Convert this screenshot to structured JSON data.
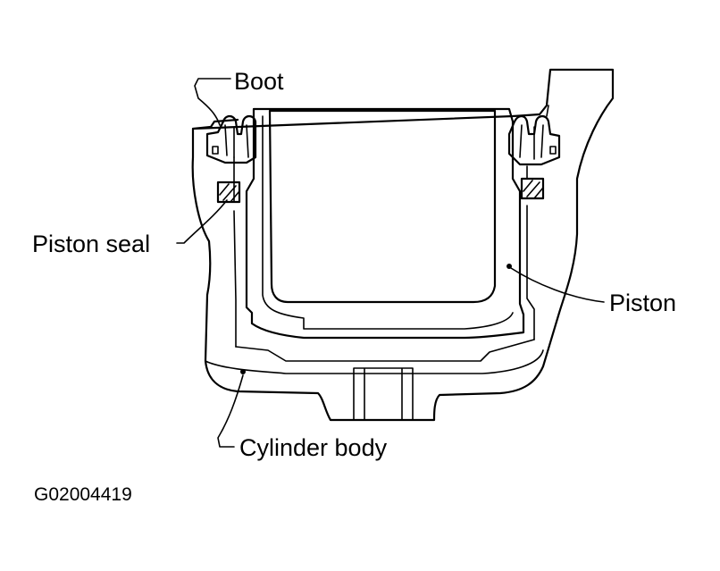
{
  "labels": {
    "boot": "Boot",
    "piston_seal": "Piston seal",
    "piston": "Piston",
    "cylinder_body": "Cylinder body"
  },
  "figure_id": "G02004419"
}
